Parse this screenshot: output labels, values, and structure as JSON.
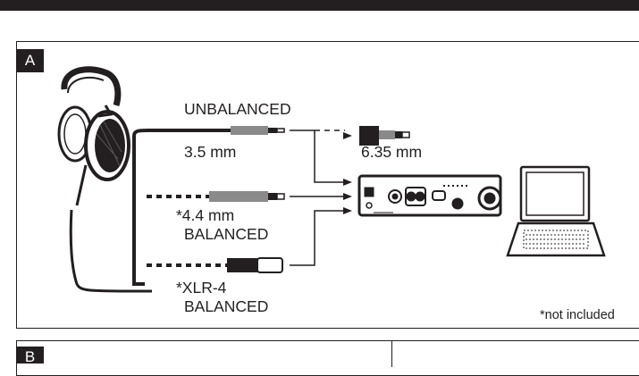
{
  "panel_a": {
    "tag": "A",
    "labels": {
      "unbalanced": "UNBALANCED",
      "size_35": "3.5 mm",
      "size_635": "6.35 mm",
      "size_44": "*4.4 mm",
      "balanced_1": "BALANCED",
      "xlr4": "*XLR-4",
      "balanced_2": "BALANCED"
    },
    "note": "*not included"
  },
  "panel_b": {
    "tag": "B"
  },
  "colors": {
    "ink": "#231f20",
    "plug_grey": "#8a8a8a",
    "background": "#ffffff"
  },
  "icons": [
    "headphones-icon",
    "amplifier-icon",
    "laptop-icon",
    "adapter-icon"
  ]
}
